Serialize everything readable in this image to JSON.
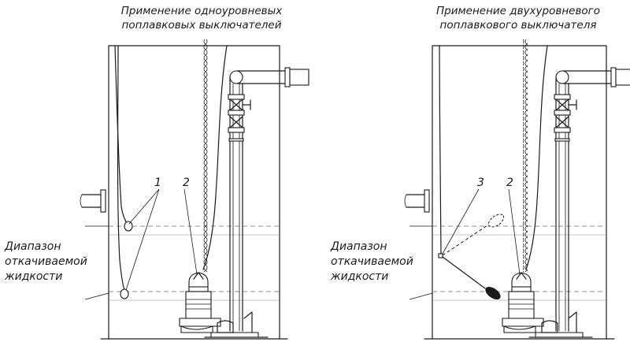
{
  "left_panel": {
    "title_line1": "Применение одноуровневых",
    "title_line2": "поплавковых выключателей",
    "callout_a": "1",
    "callout_b": "2",
    "range_line1": "Диапазон",
    "range_line2": "откачиваемой",
    "range_line3": "жидкости"
  },
  "right_panel": {
    "title_line1": "Применение двухуровневого",
    "title_line2": "поплавкового выключателя",
    "callout_a": "3",
    "callout_b": "2",
    "range_line1": "Диапазон",
    "range_line2": "откачиваемой",
    "range_line3": "жидкости"
  },
  "colors": {
    "ink": "#1a1a1a",
    "water_line": "#6b6b6b"
  }
}
